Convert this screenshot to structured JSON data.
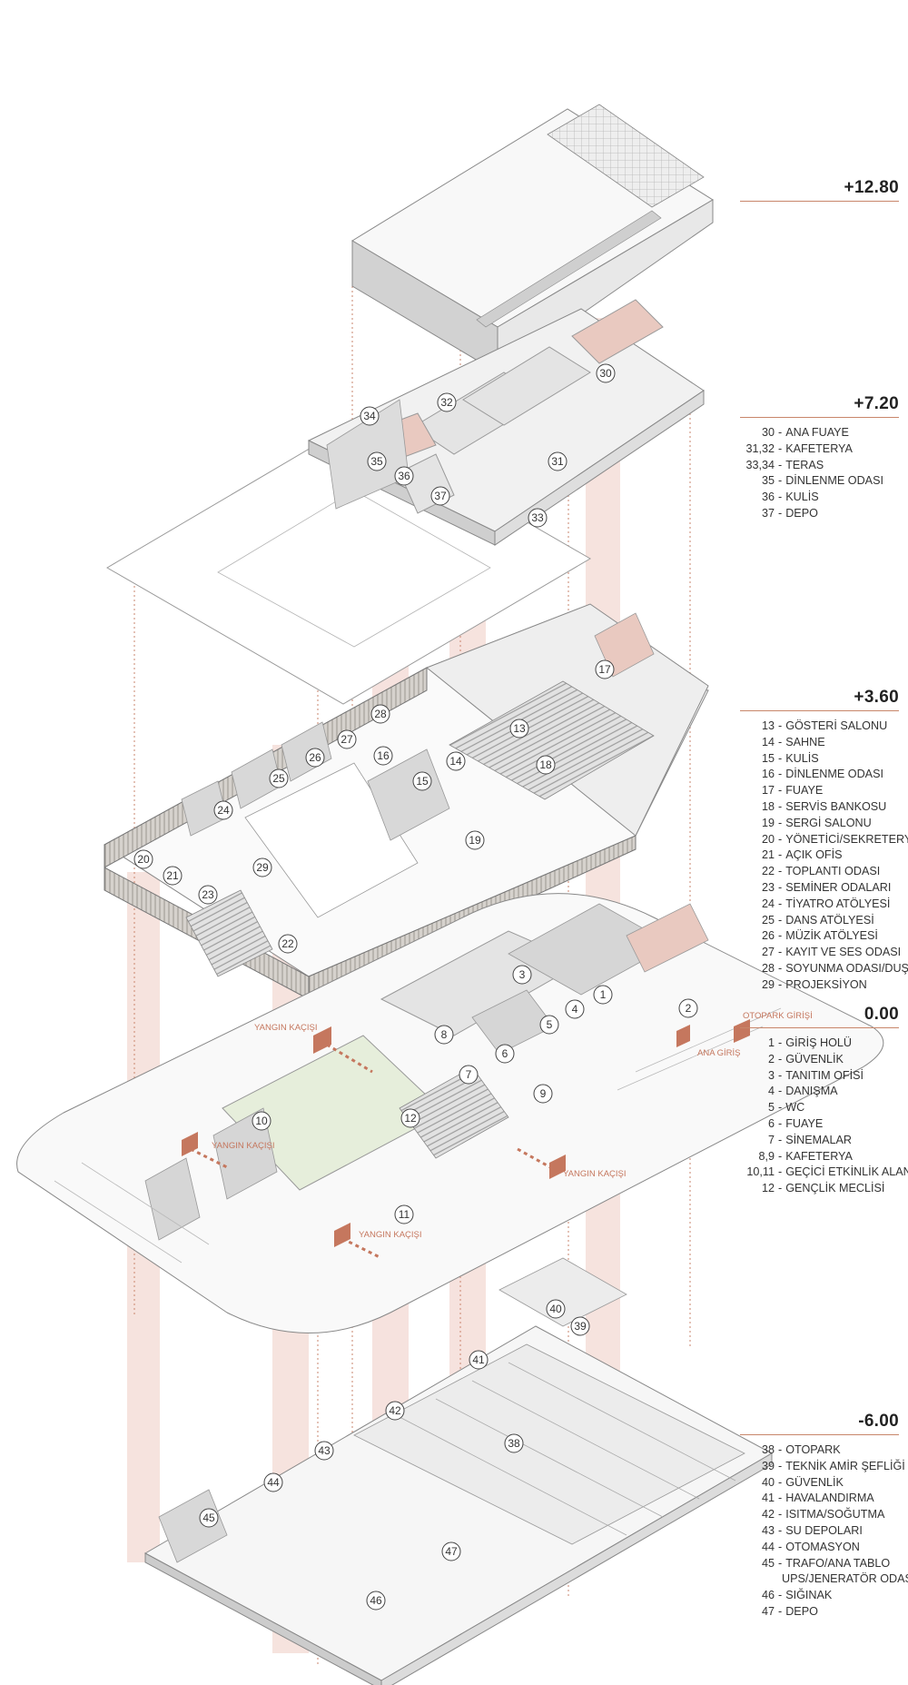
{
  "levels": [
    {
      "elevation": "+12.80",
      "items": []
    },
    {
      "elevation": "+7.20",
      "items": [
        {
          "num": "30",
          "label": "ANA FUAYE"
        },
        {
          "num": "31,32",
          "label": "KAFETERYA"
        },
        {
          "num": "33,34",
          "label": "TERAS"
        },
        {
          "num": "35",
          "label": "DİNLENME ODASI"
        },
        {
          "num": "36",
          "label": "KULİS"
        },
        {
          "num": "37",
          "label": "DEPO"
        }
      ]
    },
    {
      "elevation": "+3.60",
      "items": [
        {
          "num": "13",
          "label": "GÖSTERİ SALONU"
        },
        {
          "num": "14",
          "label": "SAHNE"
        },
        {
          "num": "15",
          "label": "KULİS"
        },
        {
          "num": "16",
          "label": "DİNLENME ODASI"
        },
        {
          "num": "17",
          "label": "FUAYE"
        },
        {
          "num": "18",
          "label": "SERVİS BANKOSU"
        },
        {
          "num": "19",
          "label": "SERGİ SALONU"
        },
        {
          "num": "20",
          "label": "YÖNETİCİ/SEKRETERYA"
        },
        {
          "num": "21",
          "label": "AÇIK OFİS"
        },
        {
          "num": "22",
          "label": "TOPLANTI ODASI"
        },
        {
          "num": "23",
          "label": "SEMİNER ODALARI"
        },
        {
          "num": "24",
          "label": "TİYATRO ATÖLYESİ"
        },
        {
          "num": "25",
          "label": "DANS ATÖLYESİ"
        },
        {
          "num": "26",
          "label": "MÜZİK ATÖLYESİ"
        },
        {
          "num": "27",
          "label": "KAYIT VE SES ODASI"
        },
        {
          "num": "28",
          "label": "SOYUNMA ODASI/DUŞ"
        },
        {
          "num": "29",
          "label": "PROJEKSİYON"
        }
      ]
    },
    {
      "elevation": "0.00",
      "items": [
        {
          "num": "1",
          "label": "GİRİŞ HOLÜ"
        },
        {
          "num": "2",
          "label": "GÜVENLİK"
        },
        {
          "num": "3",
          "label": "TANITIM OFİSİ"
        },
        {
          "num": "4",
          "label": "DANIŞMA"
        },
        {
          "num": "5",
          "label": "WC"
        },
        {
          "num": "6",
          "label": "FUAYE"
        },
        {
          "num": "7",
          "label": "SİNEMALAR"
        },
        {
          "num": "8,9",
          "label": "KAFETERYA"
        },
        {
          "num": "10,11",
          "label": "GEÇİCİ ETKİNLİK ALANI"
        },
        {
          "num": "12",
          "label": "GENÇLİK MECLİSİ"
        }
      ]
    },
    {
      "elevation": "-6.00",
      "items": [
        {
          "num": "38",
          "label": "OTOPARK"
        },
        {
          "num": "39",
          "label": "TEKNİK AMİR ŞEFLİĞİ"
        },
        {
          "num": "40",
          "label": "GÜVENLİK"
        },
        {
          "num": "41",
          "label": "HAVALANDIRMA"
        },
        {
          "num": "42",
          "label": "ISITMA/SOĞUTMA"
        },
        {
          "num": "43",
          "label": "SU DEPOLARI"
        },
        {
          "num": "44",
          "label": "OTOMASYON"
        },
        {
          "num": "45",
          "label": "TRAFO/ANA TABLO"
        },
        {
          "num": "",
          "label": "UPS/JENERATÖR ODASI"
        },
        {
          "num": "46",
          "label": "SIĞINAK"
        },
        {
          "num": "47",
          "label": "DEPO"
        }
      ]
    }
  ],
  "signs": {
    "otopark_girisi": "OTOPARK GİRİŞİ",
    "ana_giris": "ANA GİRİŞ",
    "yangin_kacisi": "YANGIN KAÇIŞI"
  },
  "markers": [
    "1",
    "2",
    "3",
    "4",
    "5",
    "6",
    "7",
    "8",
    "9",
    "10",
    "11",
    "12",
    "13",
    "14",
    "15",
    "16",
    "17",
    "18",
    "19",
    "20",
    "21",
    "22",
    "23",
    "24",
    "25",
    "26",
    "27",
    "28",
    "29",
    "30",
    "31",
    "32",
    "33",
    "34",
    "35",
    "36",
    "37",
    "38",
    "39",
    "40",
    "41",
    "42",
    "43",
    "44",
    "45",
    "46",
    "47"
  ],
  "colors": {
    "accent": "#c8866a",
    "shaft": "#f3d9d3",
    "line": "#8a8a8a",
    "courtyard": "#e6eedb"
  }
}
